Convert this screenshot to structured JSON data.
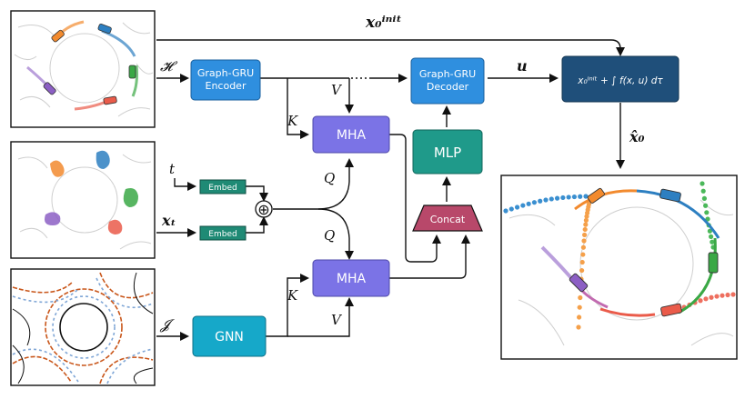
{
  "colors": {
    "graph_gru": "#2f8fdf",
    "mha": "#7b73e6",
    "mlp": "#1f9a8a",
    "embed": "#1f8a75",
    "concat": "#b8486a",
    "gnn": "#16a8c9",
    "integrator": "#1f4f7a",
    "arrow": "#111111",
    "car_orange": "#f28a2e",
    "car_blue": "#2d7fc1",
    "car_green": "#3aa845",
    "car_red": "#ea5b4a",
    "car_purple": "#8c5fc4",
    "map_orange": "#c9561a",
    "map_blue": "#7fa6d6"
  },
  "labels": {
    "x0_init": "x₀ⁱⁿⁱᵗ",
    "H": "𝓗",
    "t": "t",
    "xt": "xₜ",
    "J": "𝓙",
    "u": "u",
    "V_top": "V",
    "K_top": "K",
    "Q_top": "Q",
    "Q_bottom": "Q",
    "K_bottom": "K",
    "V_bottom": "V",
    "x0_hat": "x̂₀",
    "plus": "⊕"
  },
  "boxes": {
    "encoder_line1": "Graph-GRU",
    "encoder_line2": "Encoder",
    "decoder_line1": "Graph-GRU",
    "decoder_line2": "Decoder",
    "mha_top": "MHA",
    "mha_bottom": "MHA",
    "mlp": "MLP",
    "concat": "Concat",
    "embed_t": "Embed",
    "embed_x": "Embed",
    "gnn": "GNN",
    "integrator": "x₀ⁱⁿⁱᵗ + ∫ f(x, u) dτ"
  }
}
